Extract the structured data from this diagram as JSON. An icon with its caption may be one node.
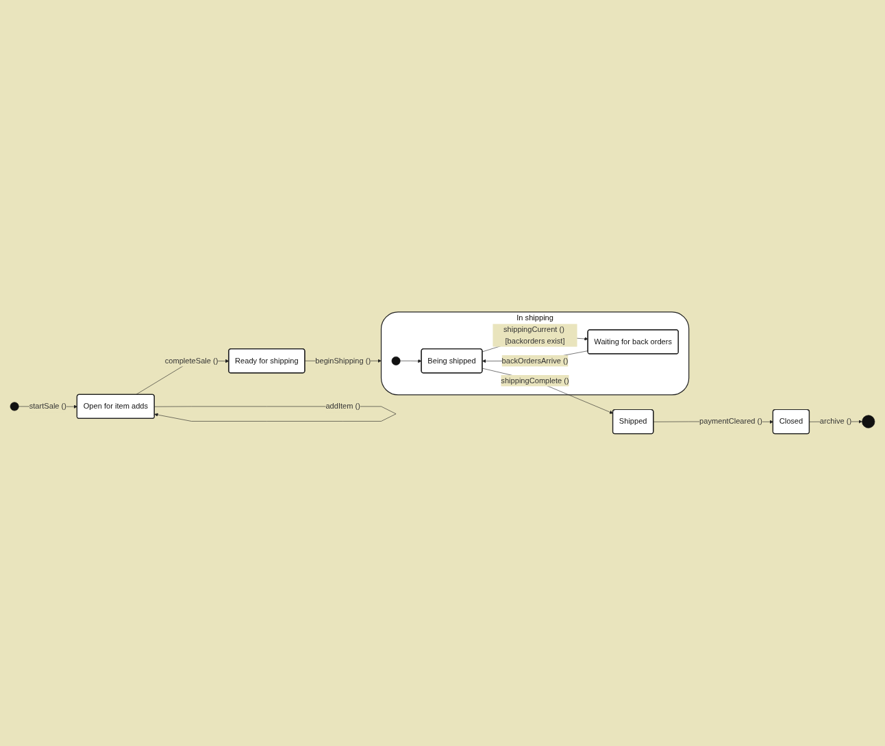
{
  "diagram": {
    "nodes": [
      {
        "text": [],
        "shape": "circle"
      },
      {
        "text": [
          "Open for item adds"
        ]
      },
      {
        "text": [
          "Ready for shipping"
        ]
      },
      {
        "text": [
          "In shipping"
        ]
      },
      {
        "text": [],
        "shape": "circle",
        "in": 3
      },
      {
        "text": [
          "Being shipped"
        ],
        "in": 3
      },
      {
        "text": [
          "Waiting for back orders"
        ],
        "in": 3
      },
      {
        "text": [
          "Shipped"
        ]
      },
      {
        "text": [
          "Closed"
        ]
      },
      {
        "text": [],
        "shape": "circle"
      }
    ],
    "edges": [
      {
        "from": 0,
        "to": 1,
        "arrow": "to",
        "label": "startSale ()"
      },
      {
        "from": 1,
        "to": 1,
        "arrow": "to",
        "label": "addItem ()"
      },
      {
        "from": 1,
        "to": 2,
        "arrow": "to",
        "label": "completeSale ()"
      },
      {
        "from": 2,
        "to": 3,
        "arrow": "to",
        "label": "beginShipping ()"
      },
      {
        "from": 4,
        "to": 5,
        "arrow": "to"
      },
      {
        "from": 5,
        "to": 6,
        "arrow": "to",
        "label": "shippingCurrent () [backorders exist]"
      },
      {
        "from": 6,
        "to": 5,
        "arrow": "to",
        "label": "backOrdersArrive ()"
      },
      {
        "from": 5,
        "to": 7,
        "arrow": "to",
        "label": "shippingComplete ()"
      },
      {
        "from": 7,
        "to": 8,
        "arrow": "to",
        "label": "paymentCleared ()"
      },
      {
        "from": 8,
        "to": 9,
        "arrow": "to",
        "label": "archive ()"
      }
    ]
  }
}
